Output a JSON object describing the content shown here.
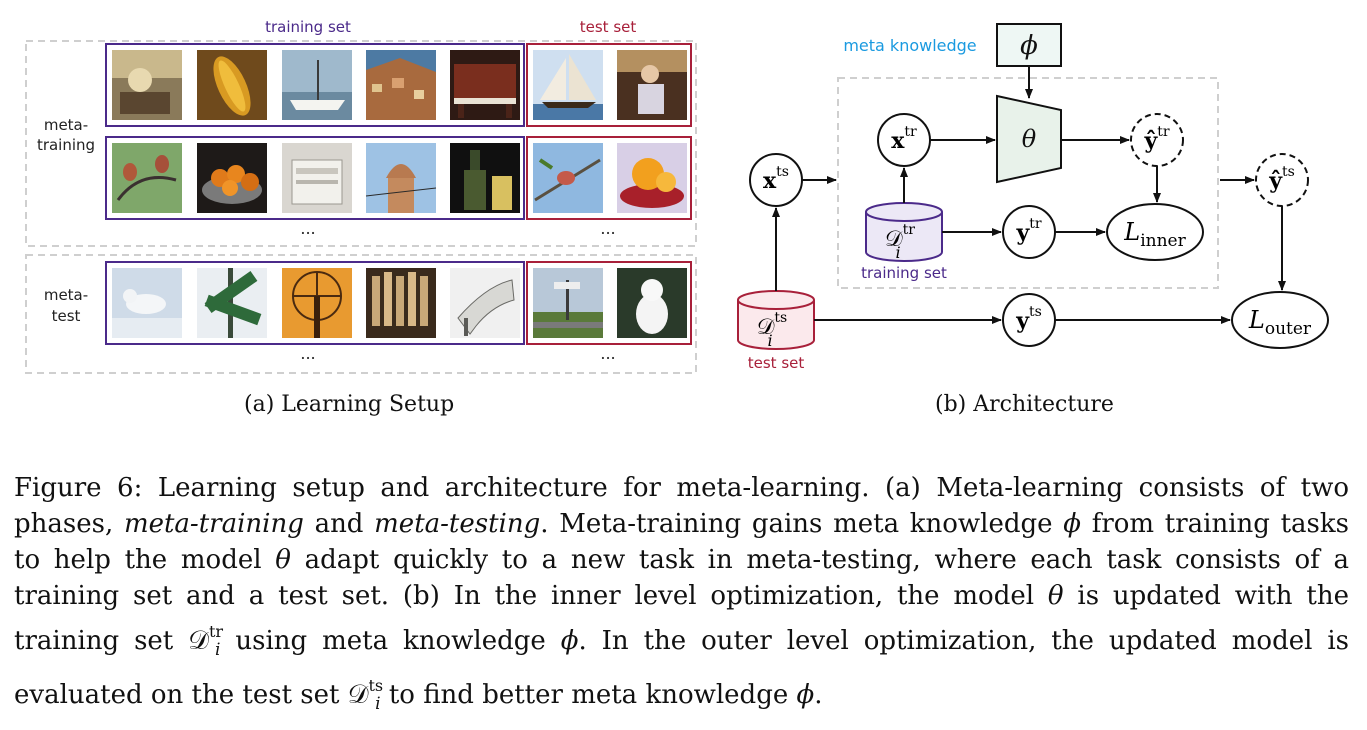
{
  "panel_a": {
    "training_set_label": "training set",
    "test_set_label": "test set",
    "meta_training_label_1": "meta-",
    "meta_training_label_2": "training",
    "meta_test_label_1": "meta-",
    "meta_test_label_2": "test",
    "ellipsis": "...",
    "rows": [
      {
        "train_images": [
          "carousel-photo",
          "corn-photo",
          "sailboat-dock-photo",
          "coastal-village-photo",
          "piano-photo"
        ],
        "test_images": [
          "sailboat-photo",
          "carousel-rider-photo"
        ]
      },
      {
        "train_images": [
          "birds-on-perch-photo",
          "oranges-bowl-photo",
          "copier-photo",
          "dome-tower-photo",
          "beer-bottle-photo"
        ],
        "test_images": [
          "bird-on-branch-photo",
          "orange-slices-photo"
        ]
      },
      {
        "train_images": [
          "arctic-fox-photo",
          "street-sign-photo",
          "windmill-sunset-photo",
          "organ-interior-photo",
          "high-heel-shoe-photo"
        ],
        "test_images": [
          "road-sign-field-photo",
          "white-dog-photo"
        ]
      }
    ],
    "caption": "(a) Learning Setup"
  },
  "panel_b": {
    "meta_knowledge_label": "meta knowledge",
    "phi": "ϕ",
    "theta": "θ",
    "x_bold": "x",
    "y_bold": "y",
    "y_hat_bold": "ŷ",
    "tr": "tr",
    "ts": "ts",
    "D": "𝒟",
    "i": "i",
    "L": "L",
    "inner": "inner",
    "outer": "outer",
    "training_set_label": "training set",
    "test_set_label": "test set",
    "caption": "(b) Architecture"
  },
  "caption": {
    "figure_label": "Figure 6:",
    "text_1": " Learning setup and architecture for meta-learning. (a) Meta-learning consists of two phases, ",
    "meta_training_italic": "meta-training",
    "text_2": " and ",
    "meta_testing_italic": "meta-testing",
    "text_3": ". Meta-training gains meta knowledge ",
    "text_4": " from training tasks to help the model ",
    "text_5": " adapt quickly to a new task in meta-testing, where each task consists of a training set and a test set. (b) In the inner level optimization, the model ",
    "text_6": " is updated with the training set ",
    "text_7": " using meta knowledge ",
    "text_8": ". In the outer level optimization, the updated model is evaluated on the test set ",
    "text_9": " to find better meta knowledge ",
    "text_10": "."
  },
  "colors": {
    "training_purple": "#4b2a8a",
    "test_red": "#a8203a",
    "meta_blue": "#1a9ae0",
    "dashed_gray": "#cfcfcf",
    "theta_fill": "#e8f2ea",
    "phi_fill": "#eef7f4",
    "cyl_train_fill": "#ece8f6",
    "cyl_test_fill": "#fbe9ec"
  }
}
